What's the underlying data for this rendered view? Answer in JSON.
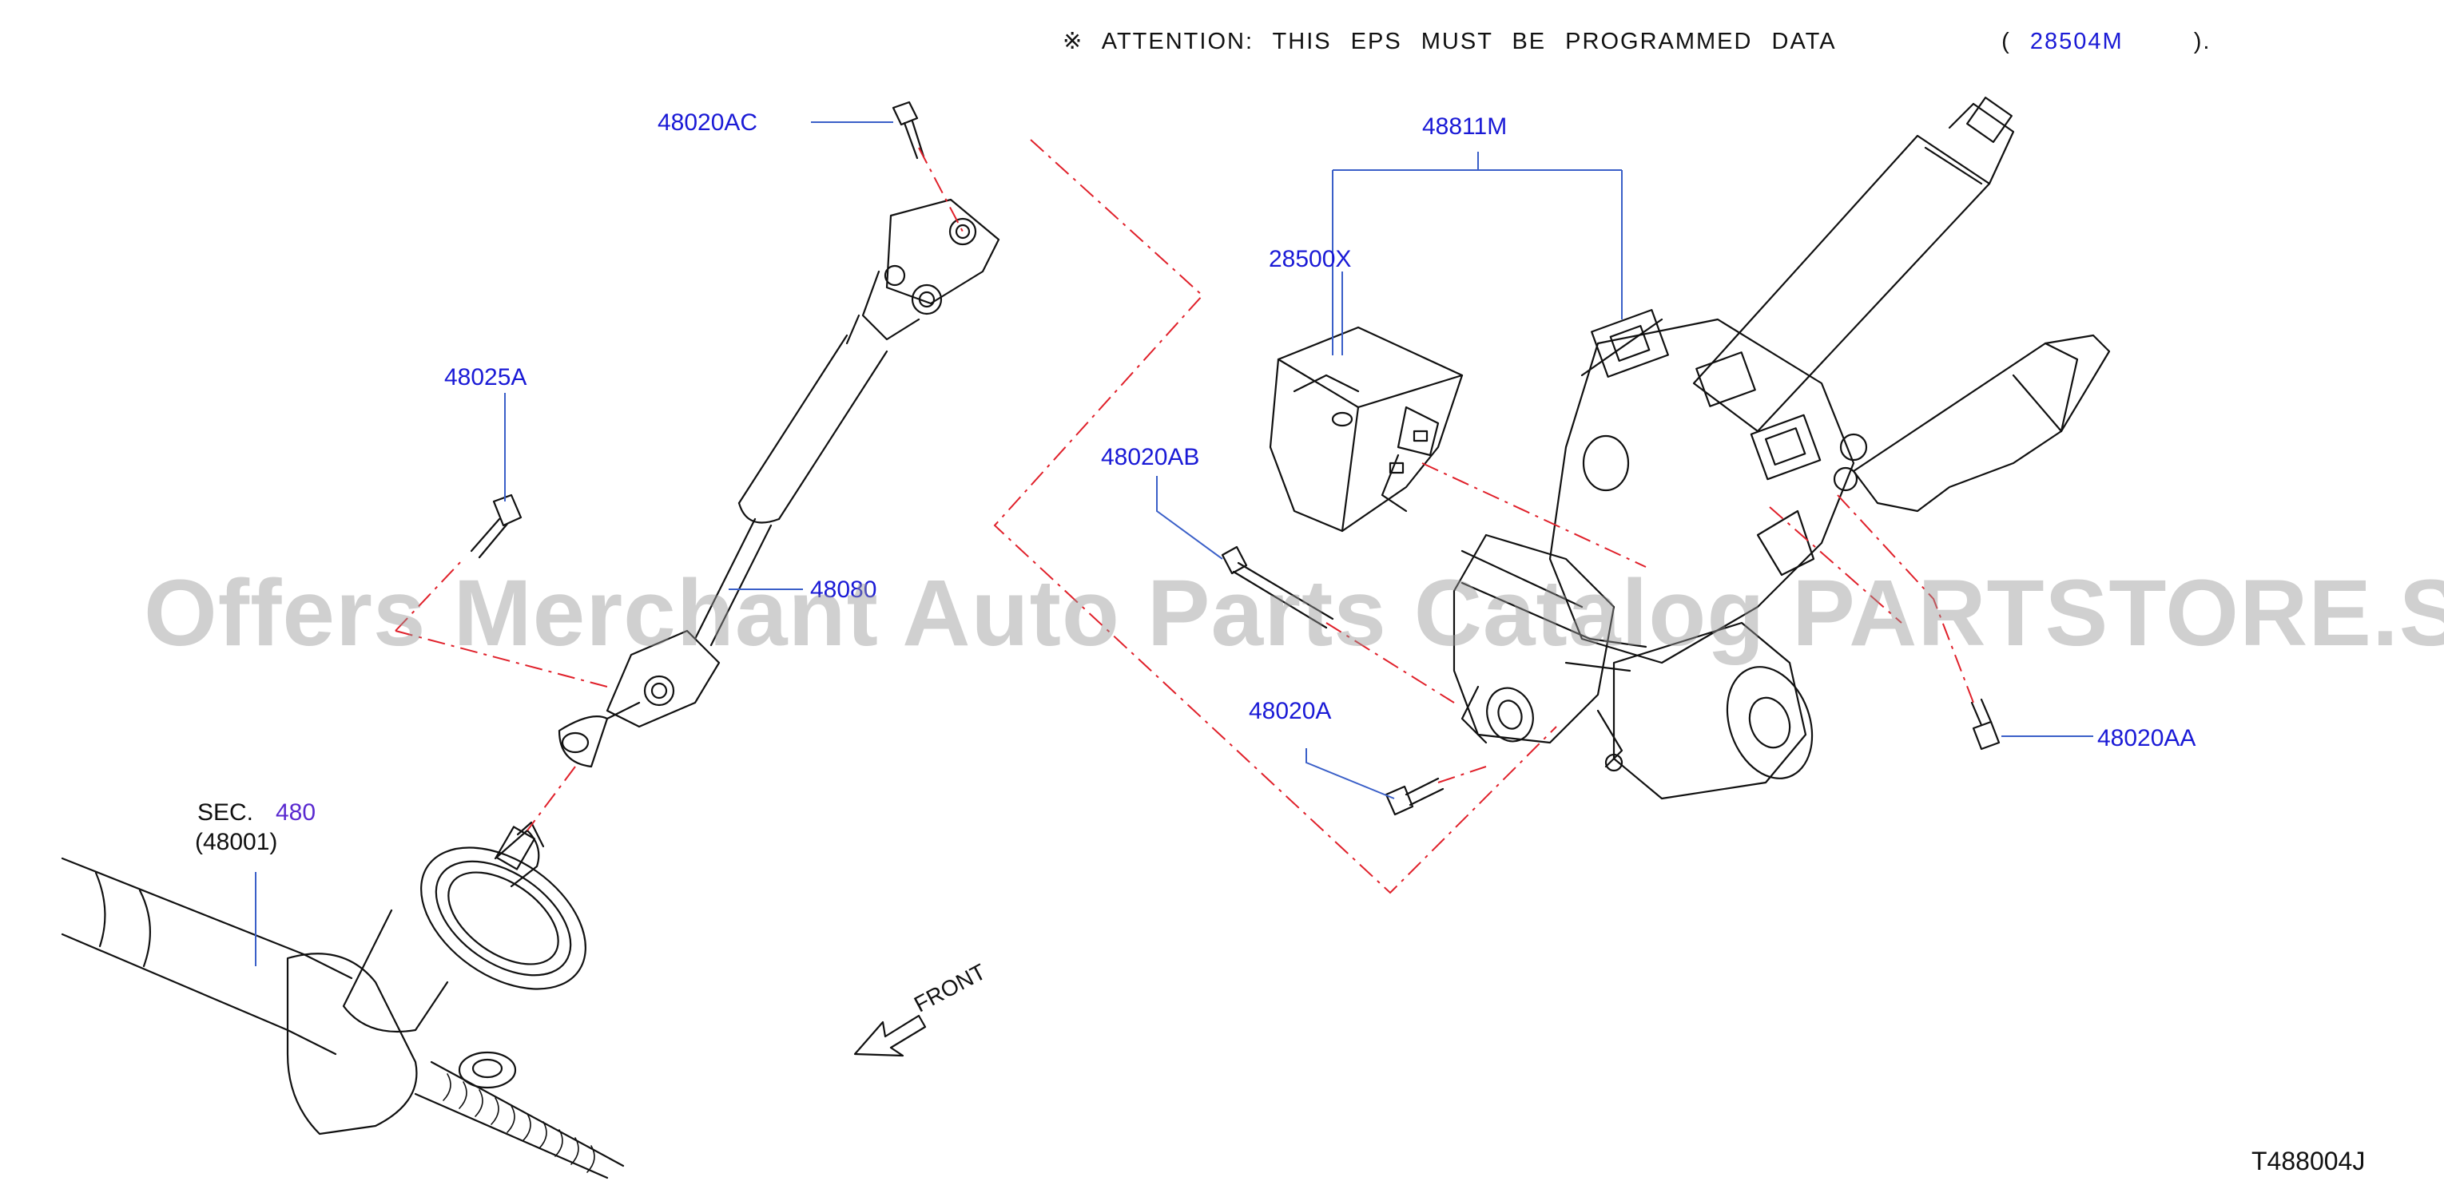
{
  "header": {
    "attention_mark": "※",
    "attention_text": "ATTENTION:  THIS  EPS  MUST  BE  PROGRAMMED  DATA",
    "attention_open": "(",
    "attention_part": "28504M",
    "attention_close": ")."
  },
  "labels": {
    "p48020AC": "48020AC",
    "p48811M": "48811M",
    "p28500X": "28500X",
    "p48025A": "48025A",
    "p48020AB": "48020AB",
    "p48080": "48080",
    "p48020A": "48020A",
    "p48020AA": "48020AA",
    "sec_prefix": "SEC.",
    "sec_number": "480",
    "sec_sub": "(48001)",
    "front": "FRONT"
  },
  "watermark": "Offers Merchant Auto Parts Catalog PARTSTORE.SA",
  "diagram_id": "T488004J",
  "colors": {
    "callout": "#1a1ad6",
    "leader": "#3a5fc8",
    "phantom": "#e0202a",
    "drawing": "#111111",
    "watermark": "#969696"
  }
}
